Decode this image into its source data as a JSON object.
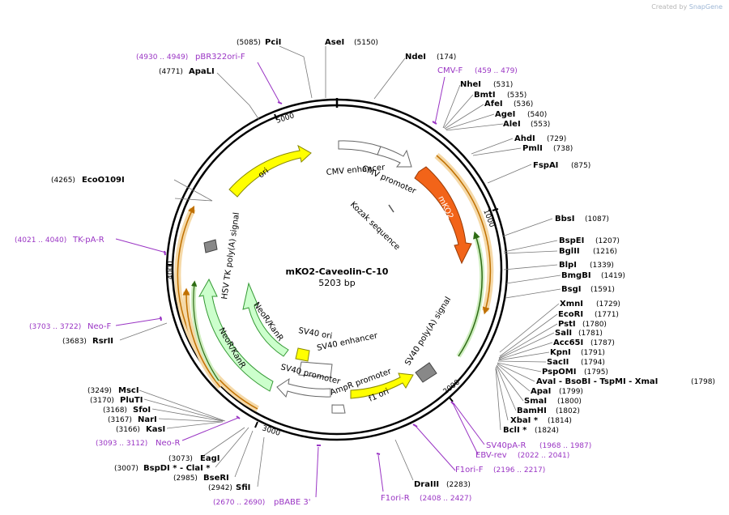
{
  "credit": {
    "prefix": "Created by",
    "brand": "SnapGene"
  },
  "plasmid": {
    "name": "mKO2-Caveolin-C-10",
    "size_label": "5203 bp"
  },
  "features": [
    {
      "name": "mKO2",
      "color": "#f26419"
    },
    {
      "name": "ori",
      "color": "#ffff00"
    },
    {
      "name": "CMV enhancer",
      "color": "#ffffff"
    },
    {
      "name": "CMV promoter",
      "color": "#ffffff"
    },
    {
      "name": "Kozak sequence",
      "color": "#ffffff"
    },
    {
      "name": "SV40 poly(A) signal",
      "color": "#ffffff"
    },
    {
      "name": "f1 ori",
      "color": "#ffff00"
    },
    {
      "name": "AmpR promoter",
      "color": "#ffffff"
    },
    {
      "name": "SV40 promoter",
      "color": "#ffffff"
    },
    {
      "name": "SV40 ori",
      "color": "#ffff00"
    },
    {
      "name": "SV40 enhancer",
      "color": "#ffffff"
    },
    {
      "name": "NeoR/KanR",
      "color": "#ccffcc"
    },
    {
      "name": "NeoR/KanR",
      "color": "#ccffcc"
    },
    {
      "name": "HSV TK poly(A) signal",
      "color": "#ffffff"
    }
  ],
  "ticks": [
    "1000",
    "2000",
    "3000",
    "4000",
    "5000"
  ],
  "sites": [
    {
      "name": "PciI",
      "pos": "(5085)"
    },
    {
      "name": "AseI",
      "pos": "(5150)"
    },
    {
      "name": "NdeI",
      "pos": "(174)"
    },
    {
      "name": "ApaLI",
      "pos": "(4771)"
    },
    {
      "name": "NheI",
      "pos": "(531)"
    },
    {
      "name": "BmtI",
      "pos": "(535)"
    },
    {
      "name": "AfeI",
      "pos": "(536)"
    },
    {
      "name": "AgeI",
      "pos": "(540)"
    },
    {
      "name": "AleI",
      "pos": "(553)"
    },
    {
      "name": "AhdI",
      "pos": "(729)"
    },
    {
      "name": "PmlI",
      "pos": "(738)"
    },
    {
      "name": "FspAI",
      "pos": "(875)"
    },
    {
      "name": "EcoO109I",
      "pos": "(4265)"
    },
    {
      "name": "BbsI",
      "pos": "(1087)"
    },
    {
      "name": "BspEI",
      "pos": "(1207)"
    },
    {
      "name": "BglII",
      "pos": "(1216)"
    },
    {
      "name": "BlpI",
      "pos": "(1339)"
    },
    {
      "name": "BmgBI",
      "pos": "(1419)"
    },
    {
      "name": "BsgI",
      "pos": "(1591)"
    },
    {
      "name": "XmnI",
      "pos": "(1729)"
    },
    {
      "name": "EcoRI",
      "pos": "(1771)"
    },
    {
      "name": "PstI",
      "pos": "(1780)"
    },
    {
      "name": "SalI",
      "pos": "(1781)"
    },
    {
      "name": "Acc65I",
      "pos": "(1787)"
    },
    {
      "name": "KpnI",
      "pos": "(1791)"
    },
    {
      "name": "SacII",
      "pos": "(1794)"
    },
    {
      "name": "PspOMI",
      "pos": "(1795)"
    },
    {
      "name": "AvaI - BsoBI - TspMI - XmaI",
      "pos": "(1798)"
    },
    {
      "name": "ApaI",
      "pos": "(1799)"
    },
    {
      "name": "SmaI",
      "pos": "(1800)"
    },
    {
      "name": "BamHI",
      "pos": "(1802)"
    },
    {
      "name": "XbaI *",
      "pos": "(1814)"
    },
    {
      "name": "BclI *",
      "pos": "(1824)"
    },
    {
      "name": "RsrII",
      "pos": "(3683)"
    },
    {
      "name": "MscI",
      "pos": "(3249)"
    },
    {
      "name": "PluTI",
      "pos": "(3170)"
    },
    {
      "name": "SfoI",
      "pos": "(3168)"
    },
    {
      "name": "NarI",
      "pos": "(3167)"
    },
    {
      "name": "KasI",
      "pos": "(3166)"
    },
    {
      "name": "EagI",
      "pos": "(3073)"
    },
    {
      "name": "BspDI * - ClaI *",
      "pos": "(3007)"
    },
    {
      "name": "BseRI",
      "pos": "(2985)"
    },
    {
      "name": "SfiI",
      "pos": "(2942)"
    },
    {
      "name": "DraIII",
      "pos": "(2283)"
    }
  ],
  "primers": [
    {
      "name": "pBR322ori-F",
      "range": "(4930 .. 4949)"
    },
    {
      "name": "CMV-F",
      "range": "(459 .. 479)"
    },
    {
      "name": "TK-pA-R",
      "range": "(4021 .. 4040)"
    },
    {
      "name": "Neo-F",
      "range": "(3703 .. 3722)"
    },
    {
      "name": "Neo-R",
      "range": "(3093 .. 3112)"
    },
    {
      "name": "SV40pA-R",
      "range": "(1968 .. 1987)"
    },
    {
      "name": "EBV-rev",
      "range": "(2022 .. 2041)"
    },
    {
      "name": "F1ori-F",
      "range": "(2196 .. 2217)"
    },
    {
      "name": "F1ori-R",
      "range": "(2408 .. 2427)"
    },
    {
      "name": "pBABE 3'",
      "range": "(2670 .. 2690)"
    }
  ],
  "colors": {
    "primer": "#9a35c4",
    "ring": "#000000",
    "orange_track": "#f5a623",
    "green_track": "#3a8c1a",
    "gray_mark": "#888888"
  }
}
